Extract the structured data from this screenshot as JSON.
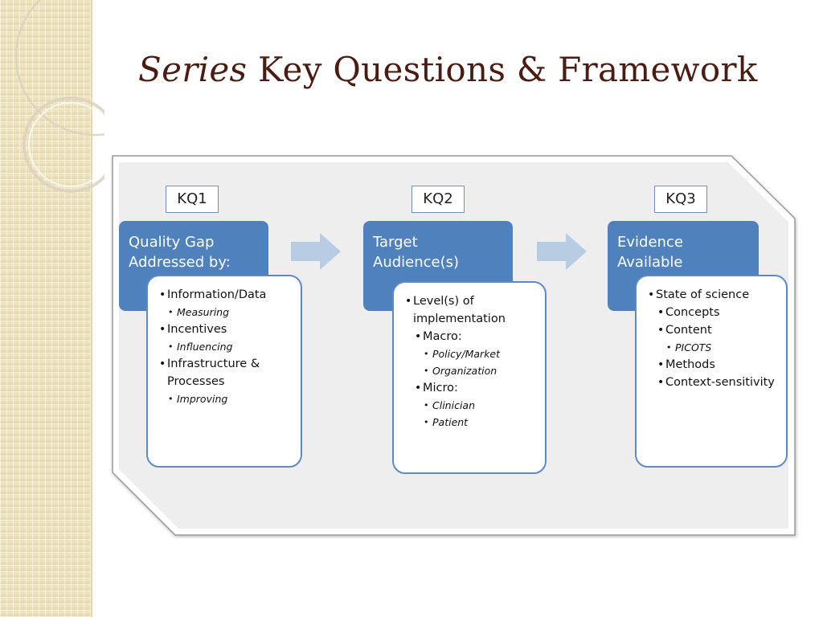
{
  "slide": {
    "title_emphasis": "Series",
    "title_rest": " Key Questions & Framework"
  },
  "framework": {
    "columns": [
      {
        "kq_label": "KQ1",
        "heading": "Quality Gap Addressed by:",
        "items": [
          {
            "text": "Information/Data",
            "sub": [
              "Measuring"
            ]
          },
          {
            "text": "Incentives",
            "sub": [
              "Influencing"
            ]
          },
          {
            "text": "Infrastructure & Processes",
            "sub": [
              "Improving"
            ]
          }
        ]
      },
      {
        "kq_label": "KQ2",
        "heading": "Target Audience(s)",
        "items": [
          {
            "text": "Level(s) of implementation",
            "sub": []
          },
          {
            "text": "Macro:",
            "sub": [
              "Policy/Market",
              "Organization"
            ]
          },
          {
            "text": "Micro:",
            "sub": [
              "Clinician",
              "Patient"
            ]
          }
        ]
      },
      {
        "kq_label": "KQ3",
        "heading": "Evidence Available",
        "items": [
          {
            "text": "State of science",
            "sub": []
          },
          {
            "text": "Concepts",
            "sub": []
          },
          {
            "text": "Content",
            "sub": [
              "PICOTS"
            ]
          },
          {
            "text": "Methods",
            "sub": []
          },
          {
            "text": "Context-sensitivity",
            "sub": []
          }
        ]
      }
    ]
  },
  "colors": {
    "heading_fill": "#4f81bd",
    "detail_border": "#5b8ac8",
    "arrow_fill": "#b8cce4",
    "title_color": "#4a1c12",
    "panel_fill": "#eeeeee"
  }
}
